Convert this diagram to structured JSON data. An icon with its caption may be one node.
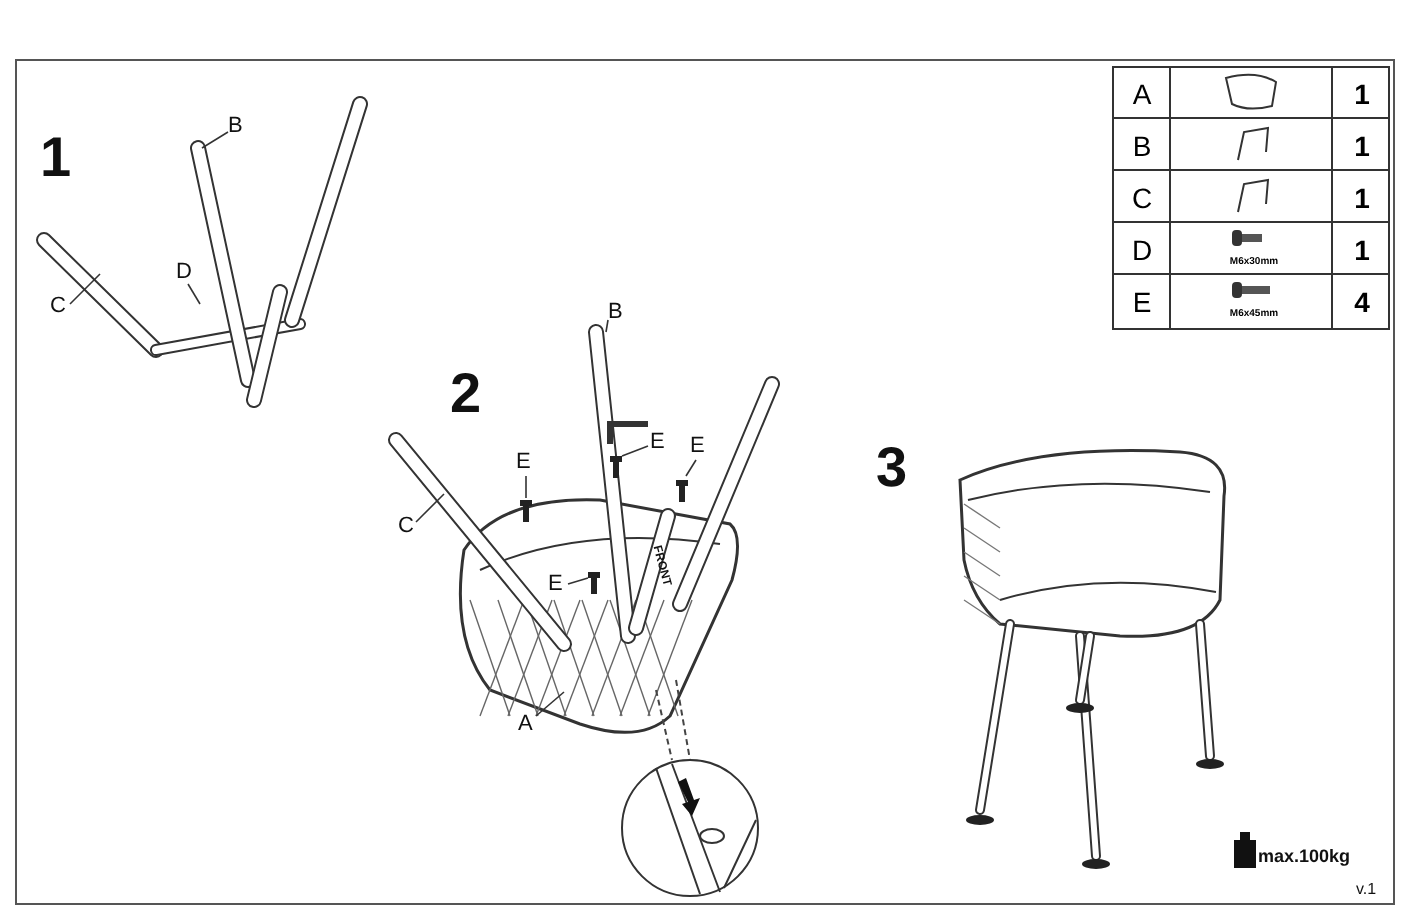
{
  "diagram": {
    "nodes": [
      {
        "text": [
          "B"
        ]
      },
      {
        "text": [
          "D"
        ]
      },
      {
        "text": [
          "C"
        ]
      },
      {
        "text": [
          "B"
        ]
      },
      {
        "text": [
          "E"
        ]
      },
      {
        "text": [
          "E"
        ]
      },
      {
        "text": [
          "E"
        ]
      },
      {
        "text": [
          "C"
        ]
      },
      {
        "text": [
          "E"
        ]
      },
      {
        "text": [
          "A"
        ]
      }
    ],
    "edges": [
      {
        "from": 0,
        "to": null,
        "arrow": "none"
      },
      {
        "from": 1,
        "to": null,
        "arrow": "none"
      },
      {
        "from": 2,
        "to": null,
        "arrow": "none"
      },
      {
        "from": 3,
        "to": null,
        "arrow": "none"
      },
      {
        "from": 4,
        "to": null,
        "arrow": "none"
      },
      {
        "from": 5,
        "to": null,
        "arrow": "none"
      },
      {
        "from": 6,
        "to": null,
        "arrow": "none"
      },
      {
        "from": 7,
        "to": null,
        "arrow": "none"
      },
      {
        "from": 8,
        "to": null,
        "arrow": "none"
      },
      {
        "from": 9,
        "to": null,
        "arrow": "none"
      }
    ],
    "labels": [
      "A",
      "1",
      "B",
      "1",
      "C",
      "1",
      "D",
      "M6x30mm",
      "1",
      "E",
      "M6x45mm",
      "4",
      "1",
      "2",
      "3",
      "FRONT",
      "max.100kg",
      "v.1"
    ]
  }
}
